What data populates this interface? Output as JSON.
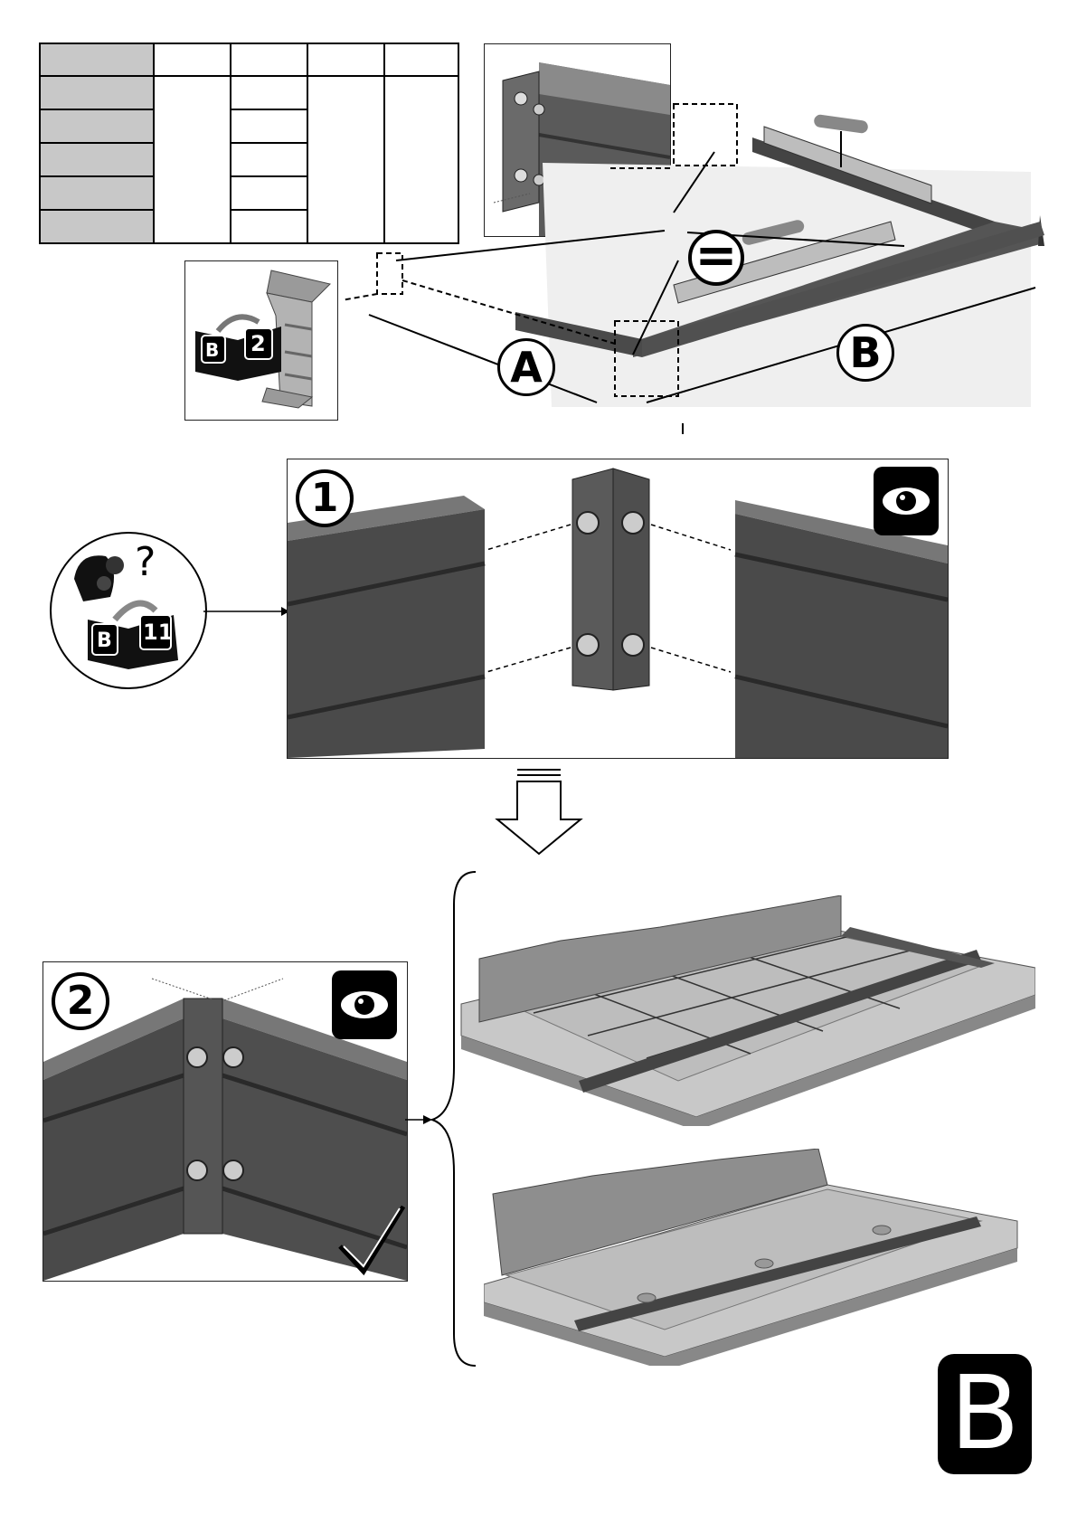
{
  "page": {
    "section_badge": "B"
  },
  "overview": {
    "dimension_a": "A",
    "dimension_b": "B",
    "equal_sign": "="
  },
  "manual_refs": {
    "top_ref": {
      "section": "B",
      "page": "2"
    },
    "step1_ref": {
      "section": "B",
      "page": "11"
    },
    "question_mark": "?"
  },
  "steps": [
    {
      "number": "1"
    },
    {
      "number": "2"
    }
  ],
  "icons": {
    "eye": "eye-icon",
    "check": "checkmark-icon",
    "book": "manual-book-icon",
    "level": "spirit-level-icon"
  },
  "colors": {
    "panel_dark": "#4a4a4a",
    "panel_top": "#6e6e6e",
    "table_header": "#c8c8c8",
    "black": "#000000"
  }
}
